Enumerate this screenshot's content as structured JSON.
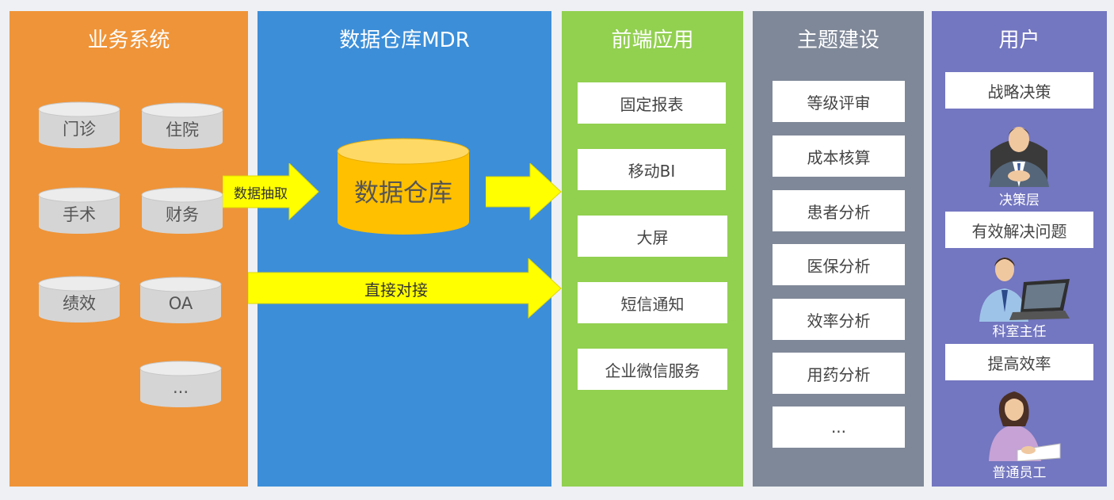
{
  "columns": {
    "business": {
      "title": "业务系统",
      "systems": [
        "门诊",
        "住院",
        "手术",
        "财务",
        "绩效",
        "OA",
        "..."
      ]
    },
    "warehouse": {
      "title": "数据仓库MDR",
      "db_label": "数据仓库",
      "extract_label": "数据抽取",
      "direct_label": "直接对接"
    },
    "frontend": {
      "title": "前端应用",
      "items": [
        "固定报表",
        "移动BI",
        "大屏",
        "短信通知",
        "企业微信服务"
      ]
    },
    "themes": {
      "title": "主题建设",
      "items": [
        "等级评审",
        "成本核算",
        "患者分析",
        "医保分析",
        "效率分析",
        "用药分析",
        "..."
      ]
    },
    "users": {
      "title": "用户",
      "groups": [
        {
          "goal": "战略决策",
          "role": "决策层",
          "icon": "executive-icon"
        },
        {
          "goal": "有效解决问题",
          "role": "科室主任",
          "icon": "laptop-worker-icon"
        },
        {
          "goal": "提高效率",
          "role": "普通员工",
          "icon": "female-staff-icon"
        }
      ]
    }
  },
  "colors": {
    "business": "#ef9438",
    "warehouse": "#3c8ed8",
    "frontend": "#92d050",
    "themes": "#7f8898",
    "users": "#7376c0",
    "arrow": "#ffff00",
    "db": "#ffc000"
  }
}
